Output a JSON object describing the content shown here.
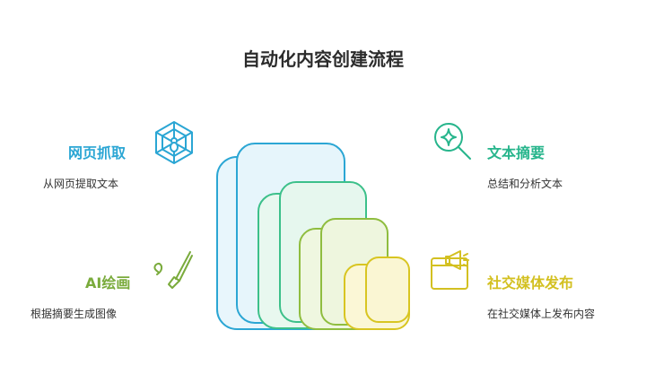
{
  "title": "自动化内容创建流程",
  "colors": {
    "blue": "#2ba6d4",
    "teal": "#27b58c",
    "olive": "#7aab3c",
    "yellow": "#d3c021"
  },
  "steps": [
    {
      "label": "网页抓取",
      "desc": "从网页提取文本",
      "icon": "spider-web-icon",
      "color": "#2ba6d4"
    },
    {
      "label": "文本摘要",
      "desc": "总结和分析文本",
      "icon": "magnifier-sparkle-icon",
      "color": "#27b58c"
    },
    {
      "label": "AI绘画",
      "desc": "根据摘要生成图像",
      "icon": "paintbrush-icon",
      "color": "#7aab3c"
    },
    {
      "label": "社交媒体发布",
      "desc": "在社交媒体上发布内容",
      "icon": "megaphone-icon",
      "color": "#d3c021"
    }
  ]
}
